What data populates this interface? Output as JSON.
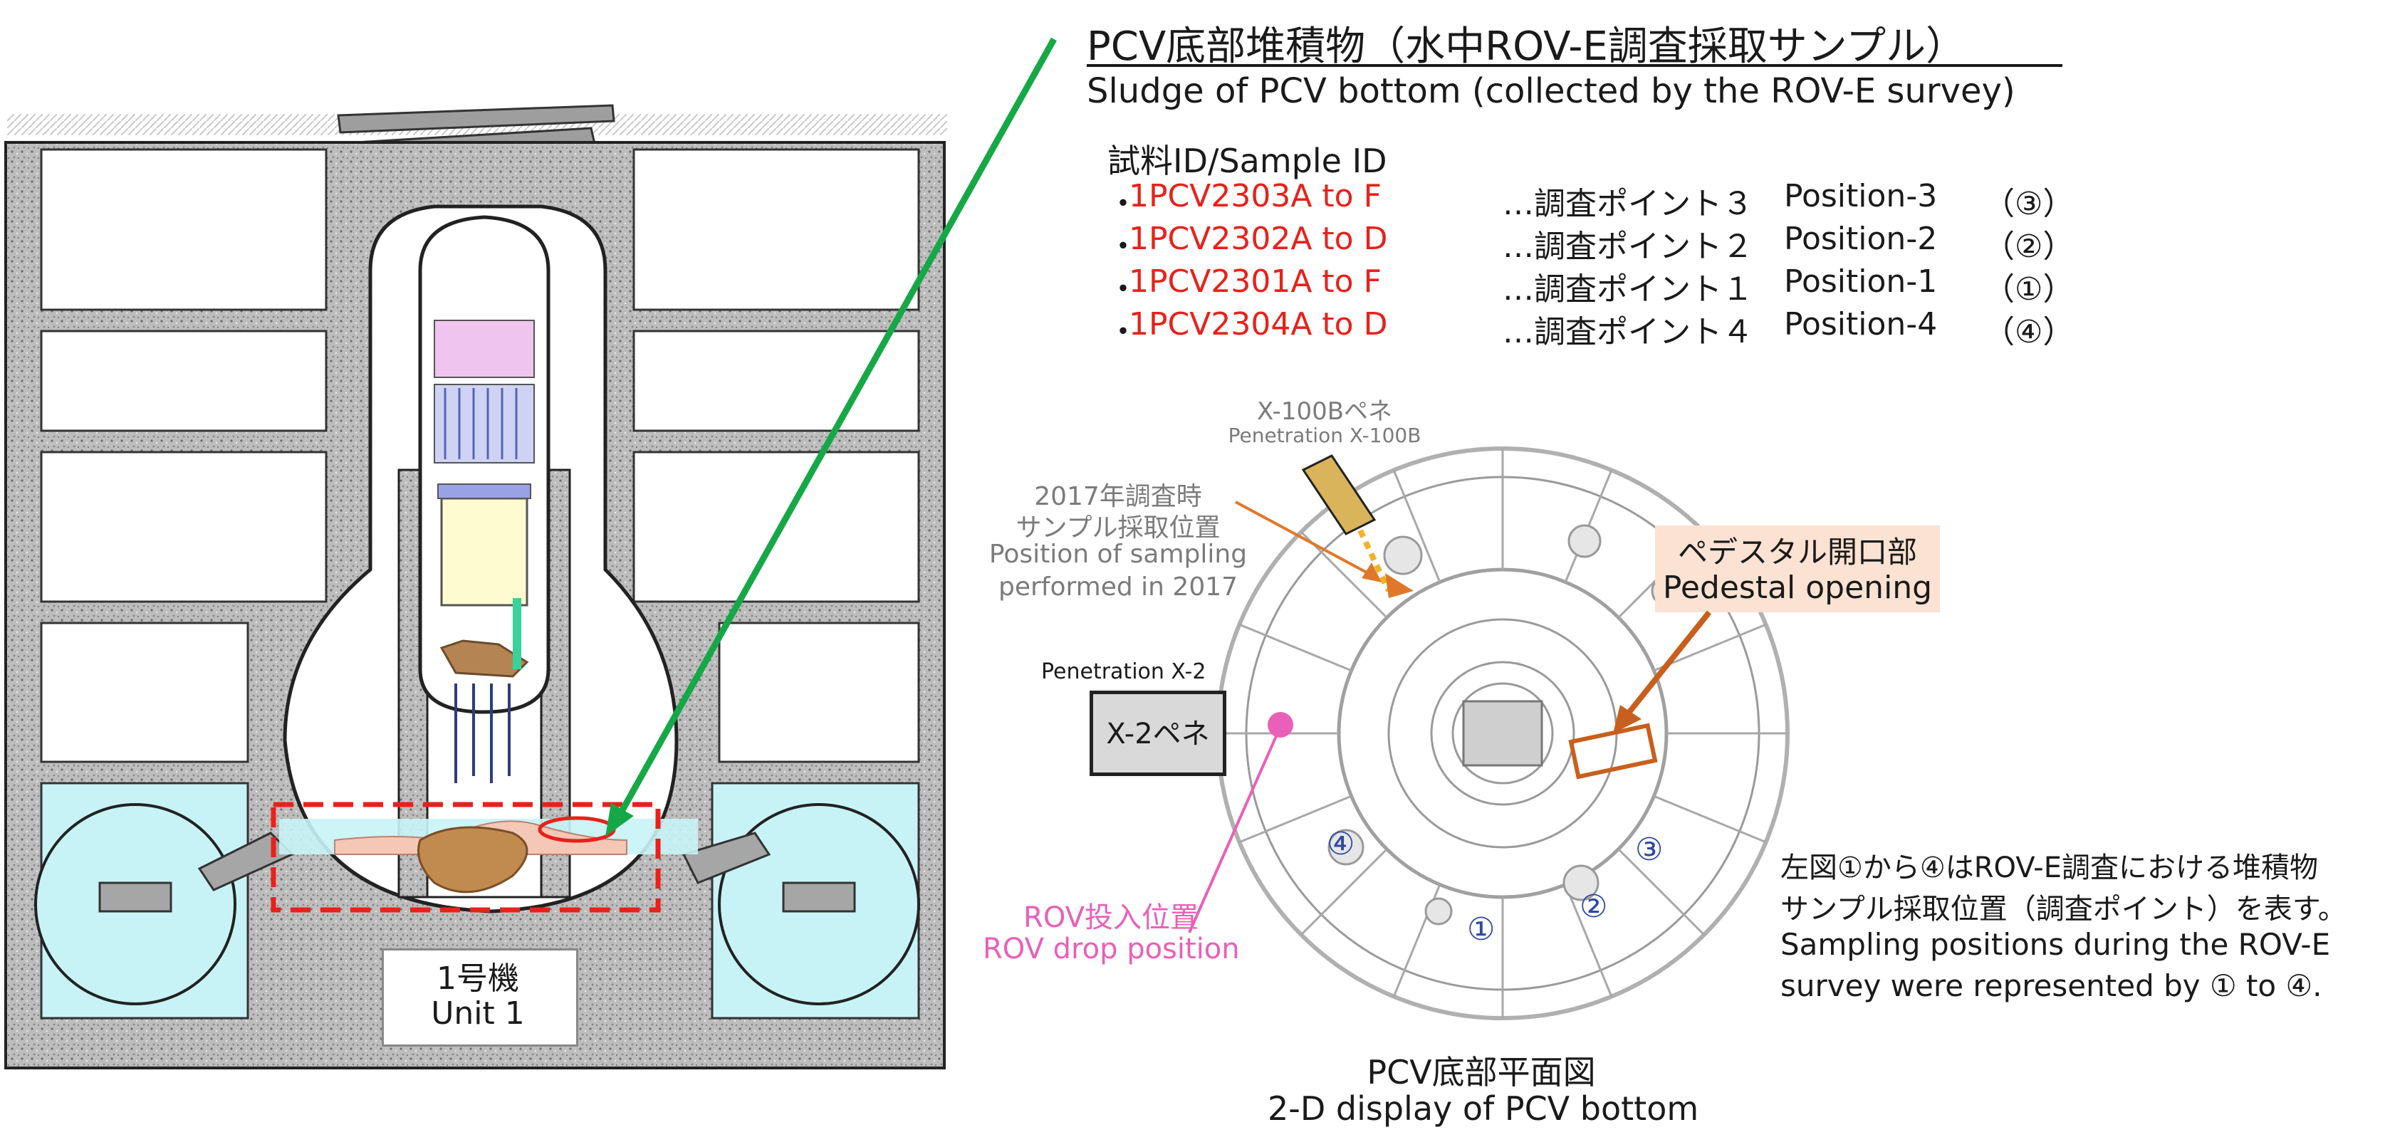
{
  "title": {
    "jp": "PCV底部堆積物（水中ROV-E調査採取サンプル）",
    "en": "Sludge of PCV bottom (collected by the ROV-E survey)"
  },
  "samples": {
    "header": "試料ID/Sample ID",
    "rows": [
      {
        "bullet": "・",
        "id": "1PCV2303A to F",
        "point": "…調査ポイント３",
        "position": "Position-3",
        "mark": "（③）"
      },
      {
        "bullet": "・",
        "id": "1PCV2302A to D",
        "point": "…調査ポイント２",
        "position": "Position-2",
        "mark": "（②）"
      },
      {
        "bullet": "・",
        "id": "1PCV2301A to F",
        "point": "…調査ポイント１",
        "position": "Position-1",
        "mark": "（①）"
      },
      {
        "bullet": "・",
        "id": "1PCV2304A to D",
        "point": "…調査ポイント４",
        "position": "Position-4",
        "mark": "（④）"
      }
    ]
  },
  "unit_label": {
    "jp": "1号機",
    "en": "Unit 1"
  },
  "plan": {
    "x100b_jp": "X-100Bペネ",
    "x100b_en": "Penetration X-100B",
    "sample2017_jp1": "2017年調査時",
    "sample2017_jp2": "サンプル採取位置",
    "sample2017_en1": "Position of sampling",
    "sample2017_en2": "performed in 2017",
    "pedestal_jp": "ペデスタル開口部",
    "pedestal_en": "Pedestal opening",
    "x2_label": "Penetration X-2",
    "x2_box": "X-2ペネ",
    "rov_jp": "ROV投入位置",
    "rov_en": "ROV drop position",
    "points": [
      "①",
      "②",
      "③",
      "④"
    ],
    "caption_jp": "PCV底部平面図",
    "caption_en": "2-D display of PCV bottom"
  },
  "note": {
    "jp1": "左図①から④はROV-E調査における堆積物",
    "jp2": "サンプル採取位置（調査ポイント）を表す。",
    "en1": "Sampling positions during the ROV-E",
    "en2": "survey were represented by ① to ④."
  },
  "colors": {
    "red_id": "#e8211b",
    "green_arrow": "#16a846",
    "orange_arrow": "#e0782a",
    "pedestal_fill": "#fbe2d2",
    "pink": "#ea5fb8",
    "water": "#c8f3f6",
    "concrete": "#b5b5b5"
  }
}
